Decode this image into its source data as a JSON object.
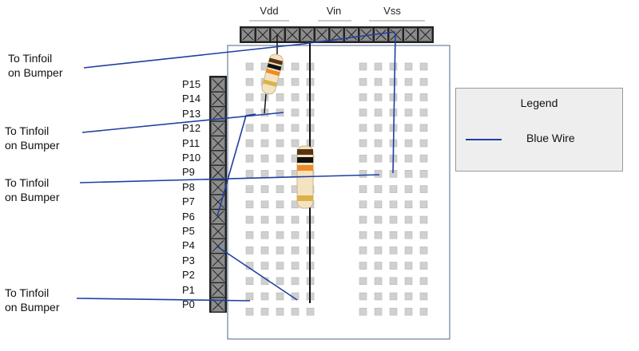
{
  "header_labels": [
    {
      "id": "vdd",
      "text": "Vdd"
    },
    {
      "id": "vin",
      "text": "Vin"
    },
    {
      "id": "vss",
      "text": "Vss"
    }
  ],
  "pins": [
    "P15",
    "P14",
    "P13",
    "P12",
    "P11",
    "P10",
    "P9",
    "P8",
    "P7",
    "P6",
    "P5",
    "P4",
    "P3",
    "P2",
    "P1",
    "P0"
  ],
  "annotations": [
    {
      "line1": "To Tinfoil",
      "line2": "on Bumper"
    },
    {
      "line1": "To Tinfoil",
      "line2": "on Bumper"
    },
    {
      "line1": "To Tinfoil",
      "line2": "on Bumper"
    },
    {
      "line1": "To Tinfoil",
      "line2": "on Bumper"
    }
  ],
  "legend": {
    "title": "Legend",
    "item_label": "Blue Wire",
    "wire_color": "#1f3fa0"
  },
  "colors": {
    "wire": "#1f3fa0",
    "header_fill": "#8c8c8c",
    "board_border": "#6a7fa0",
    "socket": "#c8c8c8"
  }
}
